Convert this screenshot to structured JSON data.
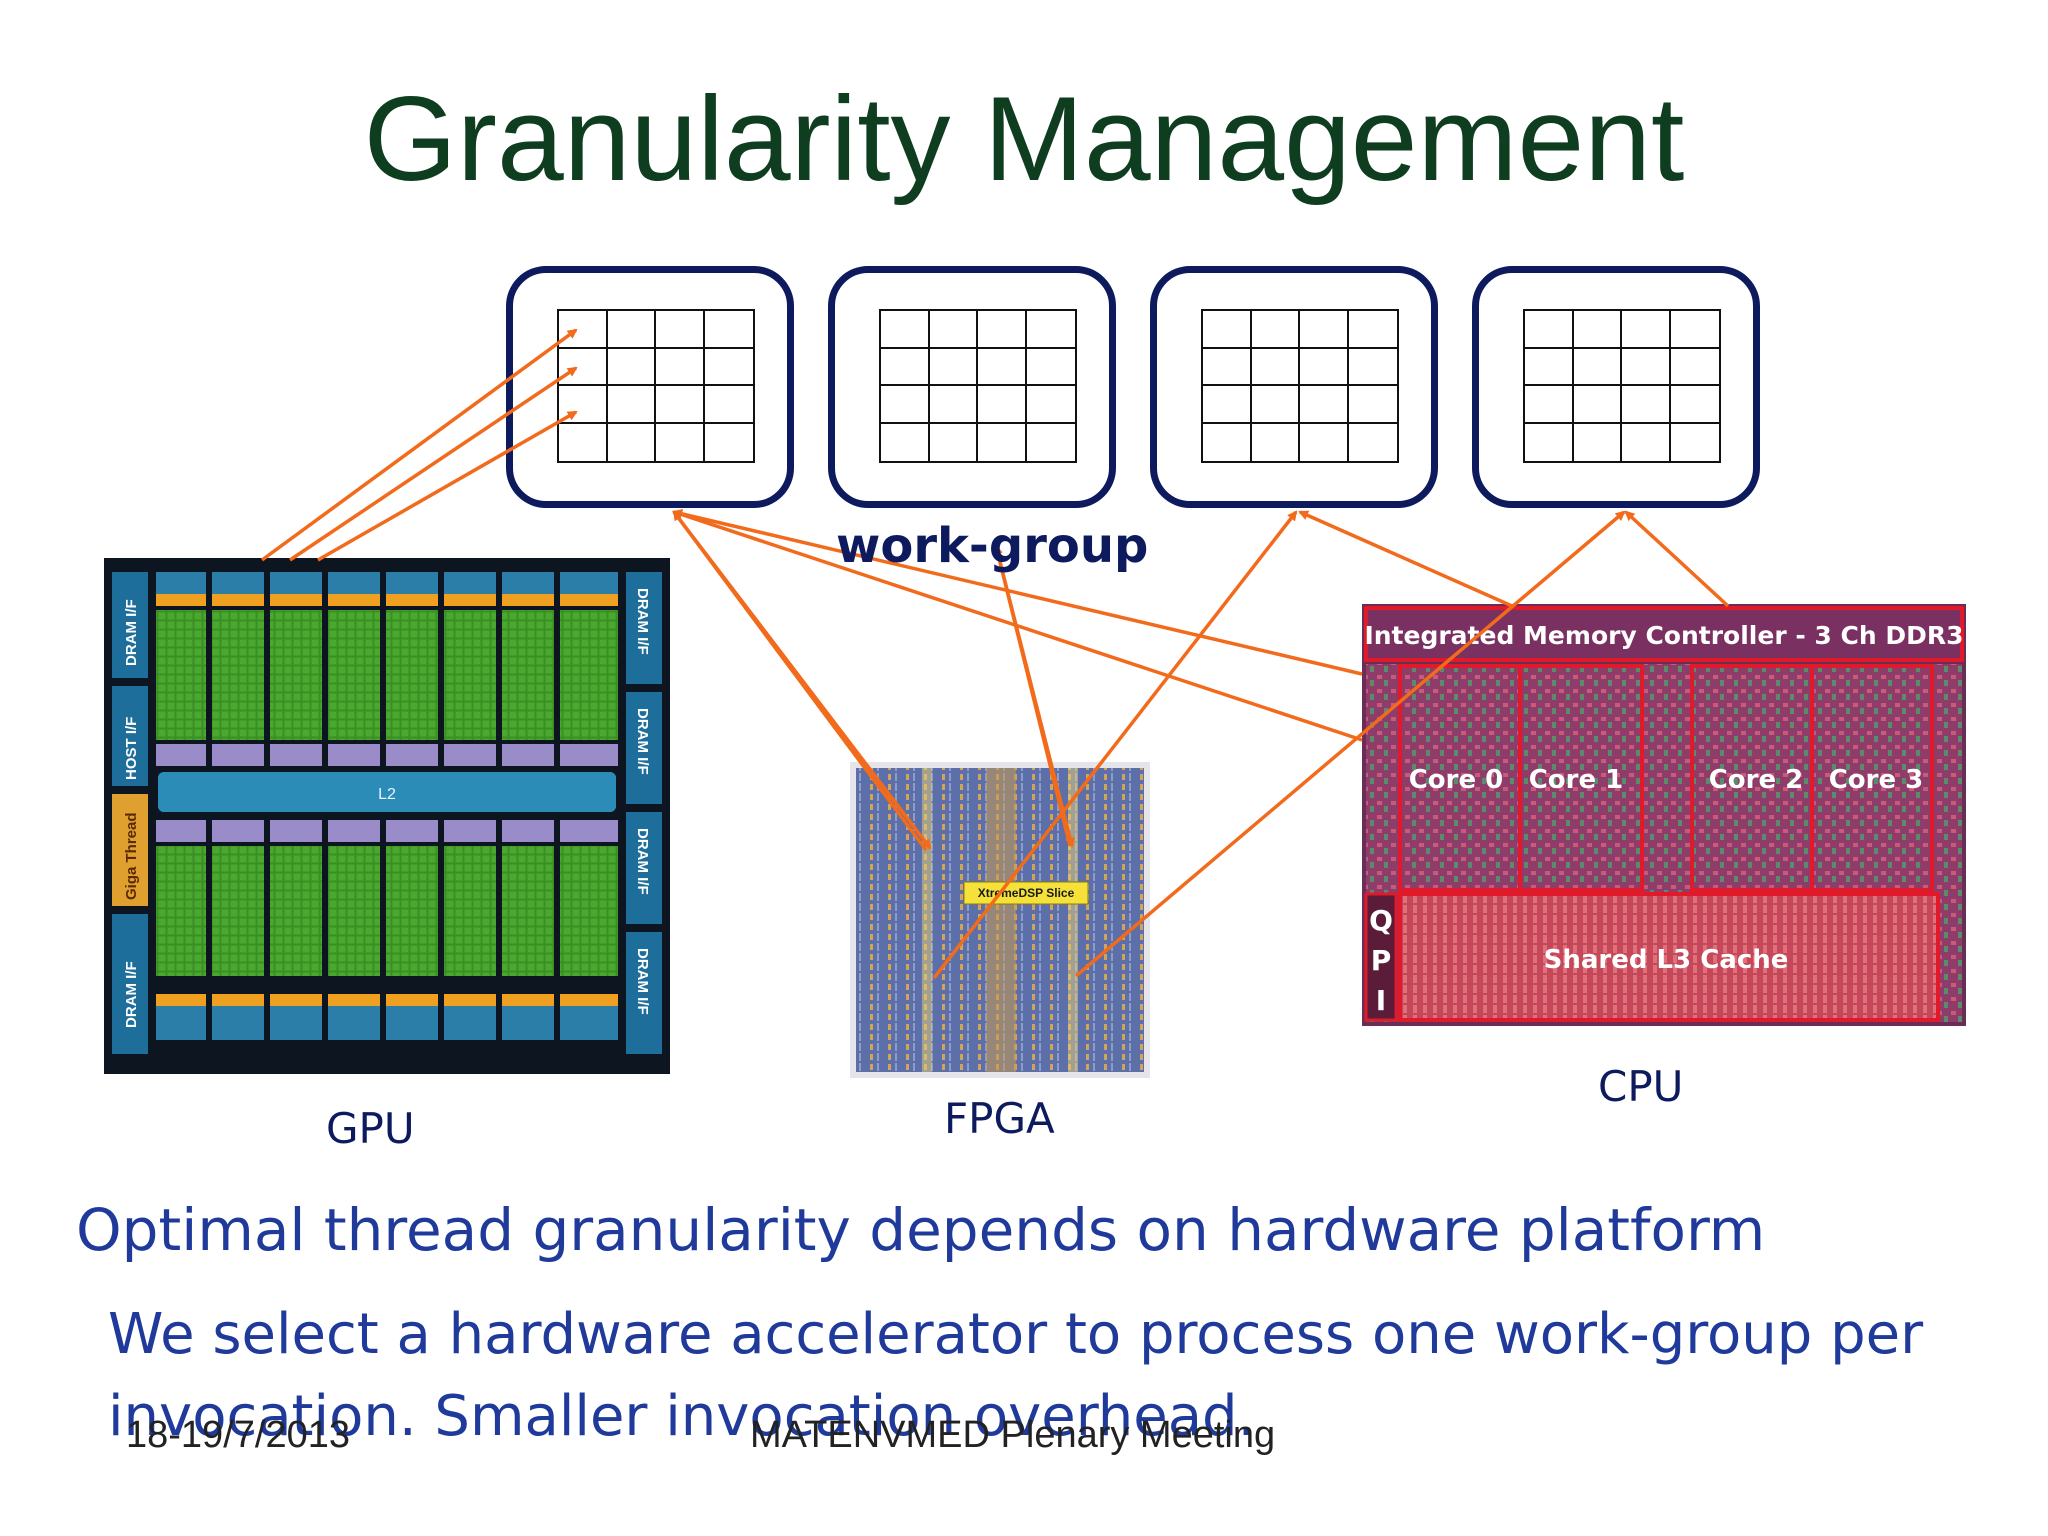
{
  "slide": {
    "title": "Granularity Management",
    "work_group_label": "work-group",
    "hardware": {
      "gpu": {
        "label": "GPU",
        "die_labels": {
          "dram_if": "DRAM I/F",
          "host_if": "HOST I/F",
          "giga_thread": "Giga Thread",
          "l2": "L2"
        }
      },
      "fpga": {
        "label": "FPGA",
        "die_labels": {
          "dsp_slice": "XtremeDSP Slice"
        }
      },
      "cpu": {
        "label": "CPU",
        "die_labels": {
          "imc": "Integrated Memory Controller - 3 Ch DDR3",
          "core0": "Core 0",
          "core1": "Core 1",
          "core2": "Core 2",
          "core3": "Core 3",
          "qpi": [
            "Q",
            "P",
            "I"
          ],
          "l3": "Shared L3 Cache"
        }
      }
    },
    "text_line_1": "Optimal thread granularity depends on hardware platform",
    "text_line_2a": "We select a hardware accelerator to process one work-group per",
    "text_line_2b": "invocation. Smaller  invocation overhead.",
    "footer_date": "18-19/7/2013",
    "footer_event": "MATENVMED Plenary Meeting"
  },
  "colors": {
    "title": "#0f3d1f",
    "box_border": "#0d1b5e",
    "arrow": "#f26a1b",
    "body_text": "#1f3a9a",
    "gpu_core": "#3f9a2a",
    "cpu_die": "#b8385a"
  }
}
